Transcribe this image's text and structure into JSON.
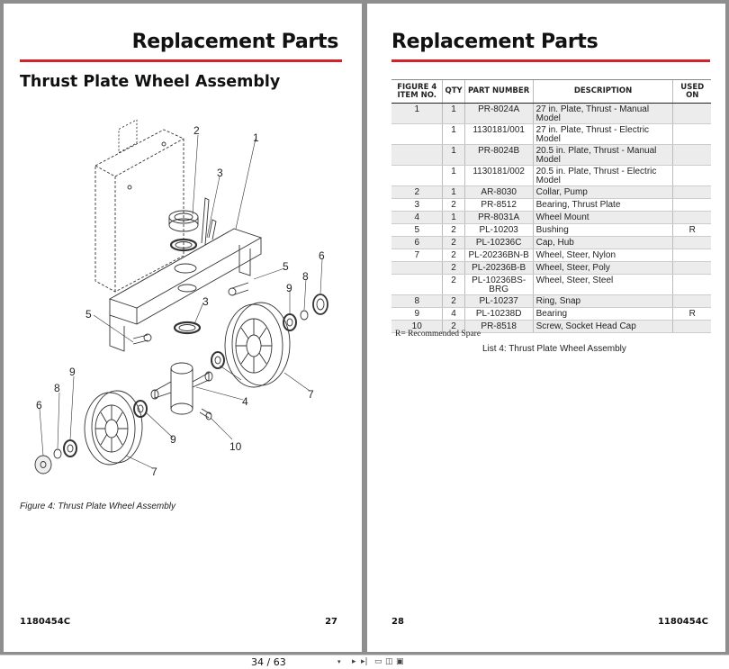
{
  "left_page": {
    "header_title": "Replacement Parts",
    "section_title": "Thrust Plate Wheel Assembly",
    "figure_caption": "Figure 4:  Thrust Plate Wheel Assembly",
    "callouts": [
      "1",
      "2",
      "3",
      "3",
      "4",
      "5",
      "5",
      "6",
      "6",
      "7",
      "7",
      "8",
      "8",
      "9",
      "9",
      "9",
      "10"
    ],
    "footer_doc": "1180454C",
    "footer_page": "27"
  },
  "right_page": {
    "header_title": "Replacement Parts",
    "table": {
      "headers": [
        "FIGURE 4 ITEM NO.",
        "QTY",
        "PART NUMBER",
        "DESCRIPTION",
        "USED ON"
      ],
      "rows": [
        {
          "item": "1",
          "qty": "1",
          "part": "PR-8024A",
          "desc": "27 in. Plate, Thrust - Manual Model",
          "used": ""
        },
        {
          "item": "",
          "qty": "1",
          "part": "1130181/001",
          "desc": "27 in. Plate, Thrust - Electric Model",
          "used": ""
        },
        {
          "item": "",
          "qty": "1",
          "part": "PR-8024B",
          "desc": "20.5 in. Plate, Thrust - Manual Model",
          "used": ""
        },
        {
          "item": "",
          "qty": "1",
          "part": "1130181/002",
          "desc": "20.5 in. Plate, Thrust - Electric Model",
          "used": ""
        },
        {
          "item": "2",
          "qty": "1",
          "part": "AR-8030",
          "desc": "Collar, Pump",
          "used": ""
        },
        {
          "item": "3",
          "qty": "2",
          "part": "PR-8512",
          "desc": "Bearing, Thrust Plate",
          "used": ""
        },
        {
          "item": "4",
          "qty": "1",
          "part": "PR-8031A",
          "desc": "Wheel Mount",
          "used": ""
        },
        {
          "item": "5",
          "qty": "2",
          "part": "PL-10203",
          "desc": "Bushing",
          "used": "R"
        },
        {
          "item": "6",
          "qty": "2",
          "part": "PL-10236C",
          "desc": "Cap, Hub",
          "used": ""
        },
        {
          "item": "7",
          "qty": "2",
          "part": "PL-20236BN-B",
          "desc": "Wheel, Steer, Nylon",
          "used": ""
        },
        {
          "item": "",
          "qty": "2",
          "part": "PL-20236B-B",
          "desc": "Wheel, Steer, Poly",
          "used": ""
        },
        {
          "item": "",
          "qty": "2",
          "part": "PL-10236BS-BRG",
          "desc": "Wheel, Steer, Steel",
          "used": ""
        },
        {
          "item": "8",
          "qty": "2",
          "part": "PL-10237",
          "desc": "Ring, Snap",
          "used": ""
        },
        {
          "item": "9",
          "qty": "4",
          "part": "PL-10238D",
          "desc": "Bearing",
          "used": "R"
        },
        {
          "item": "10",
          "qty": "2",
          "part": "PR-8518",
          "desc": "Screw, Socket Head Cap",
          "used": ""
        }
      ]
    },
    "table_note": "R= Recommended Spare",
    "list_caption": "List 4:  Thrust Plate Wheel Assembly",
    "footer_page": "28",
    "footer_doc": "1180454C"
  },
  "viewer": {
    "page_indicator": "34 / 63",
    "icons": [
      "dropdown-arrow-icon",
      "next-page-icon",
      "last-page-icon",
      "single-page-icon",
      "two-page-icon",
      "fit-icon"
    ]
  }
}
